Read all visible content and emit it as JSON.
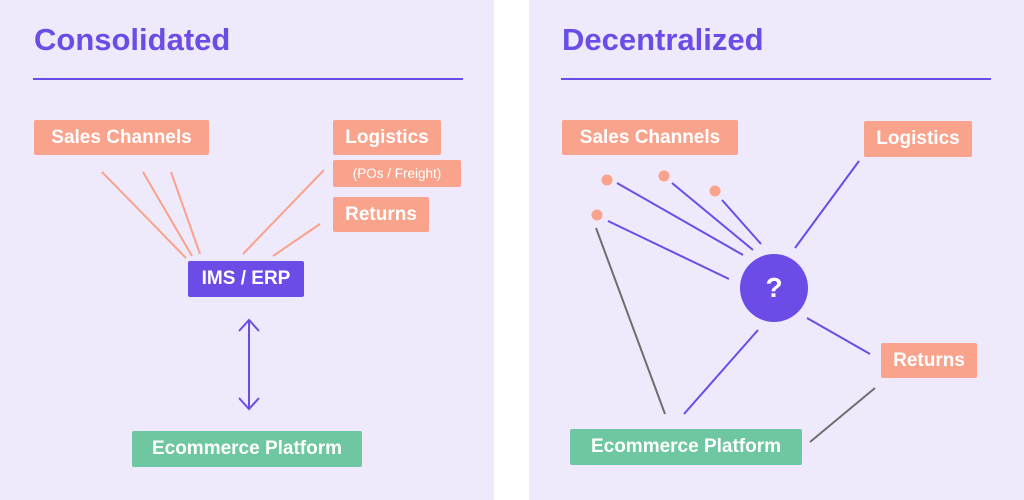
{
  "left": {
    "title": "Consolidated",
    "sales_channels": "Sales Channels",
    "logistics": "Logistics",
    "logistics_sub": "(POs / Freight)",
    "returns": "Returns",
    "hub": "IMS / ERP",
    "platform": "Ecommerce Platform"
  },
  "right": {
    "title": "Decentralized",
    "sales_channels": "Sales Channels",
    "logistics": "Logistics",
    "hub": "?",
    "returns": "Returns",
    "platform": "Ecommerce Platform"
  },
  "colors": {
    "background": "#eee9fb",
    "accent_purple": "#6b4ce6",
    "salmon": "#f9a38c",
    "green": "#6fc7a2",
    "gray_line": "#6e6e6e"
  }
}
